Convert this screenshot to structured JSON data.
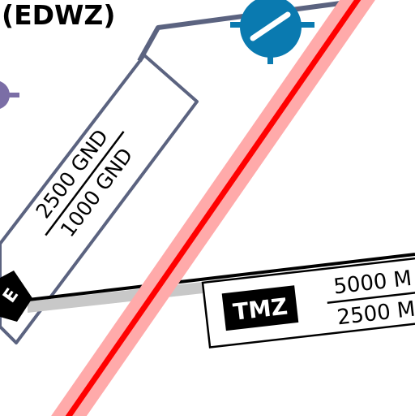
{
  "airport_code": "(EDWZ)",
  "airspace_box": {
    "upper_limit": "2500 GND",
    "lower_limit": "1000 GND"
  },
  "tmz_box": {
    "label": "TMZ",
    "upper_limit": "5000 M",
    "lower_limit": "2500 M"
  },
  "class_letter": "E",
  "colors": {
    "airspace_border": "#5b6380",
    "route_red": "#ff0000",
    "route_halo": "#ffaaaa",
    "navaid_blue": "#0a7ab0",
    "navaid_purple": "#7b6ea6",
    "tmz_fill": "#000000",
    "tmz_text": "#ffffff"
  },
  "icons": {
    "navaid_blue": "vor-navaid-icon",
    "navaid_purple": "vor-navaid-icon"
  }
}
